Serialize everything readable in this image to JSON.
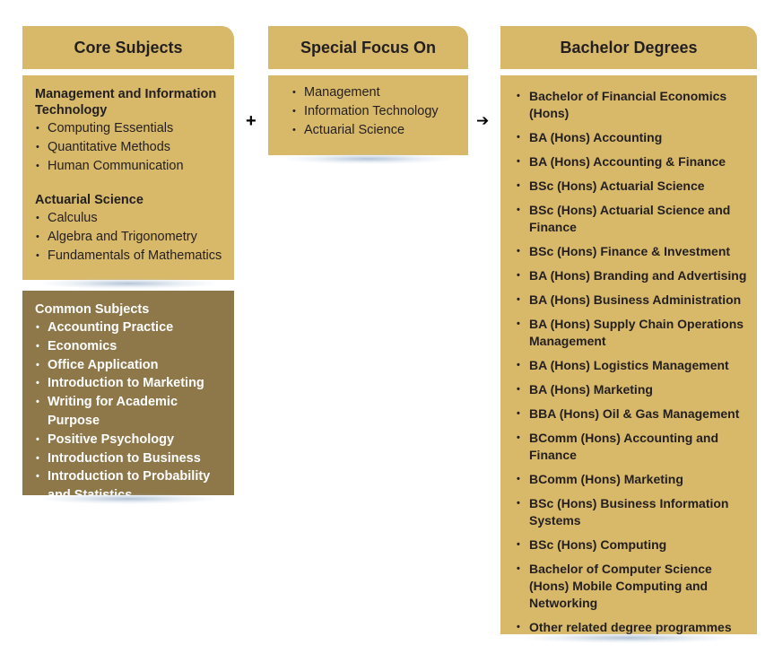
{
  "core": {
    "header": "Core Subjects",
    "groups": [
      {
        "title": "Management and Information Technology",
        "items": [
          "Computing Essentials",
          "Quantitative Methods",
          "Human Communication"
        ]
      },
      {
        "title": "Actuarial Science",
        "items": [
          "Calculus",
          "Algebra and Trigonometry",
          "Fundamentals of Mathematics"
        ]
      }
    ]
  },
  "common": {
    "title": "Common Subjects",
    "items": [
      "Accounting Practice",
      "Economics",
      "Office Application",
      "Introduction to Marketing",
      "Writing for Academic Purpose",
      "Positive Psychology",
      "Introduction to Business",
      "Introduction to Probability and Statistics"
    ]
  },
  "focus": {
    "header": "Special Focus On",
    "items": [
      "Management",
      "Information Technology",
      "Actuarial Science"
    ]
  },
  "degrees": {
    "header": "Bachelor Degrees",
    "items": [
      "Bachelor of Financial Economics (Hons)",
      "BA (Hons) Accounting",
      "BA (Hons) Accounting & Finance",
      "BSc (Hons) Actuarial Science",
      "BSc (Hons) Actuarial Science and Finance",
      "BSc (Hons) Finance & Investment",
      "BA (Hons) Branding and Advertising",
      "BA (Hons) Business Administration",
      "BA (Hons) Supply Chain Operations Management",
      "BA (Hons) Logistics Management",
      "BA (Hons) Marketing",
      "BBA (Hons) Oil & Gas Management",
      "BComm (Hons) Accounting and Finance",
      "BComm (Hons) Marketing",
      "BSc (Hons) Business Information Systems",
      "BSc (Hons) Computing",
      "Bachelor of Computer Science (Hons) Mobile Computing and Networking",
      "Other related degree programmes"
    ]
  },
  "connectors": {
    "plus": "+",
    "arrow": "➔"
  }
}
